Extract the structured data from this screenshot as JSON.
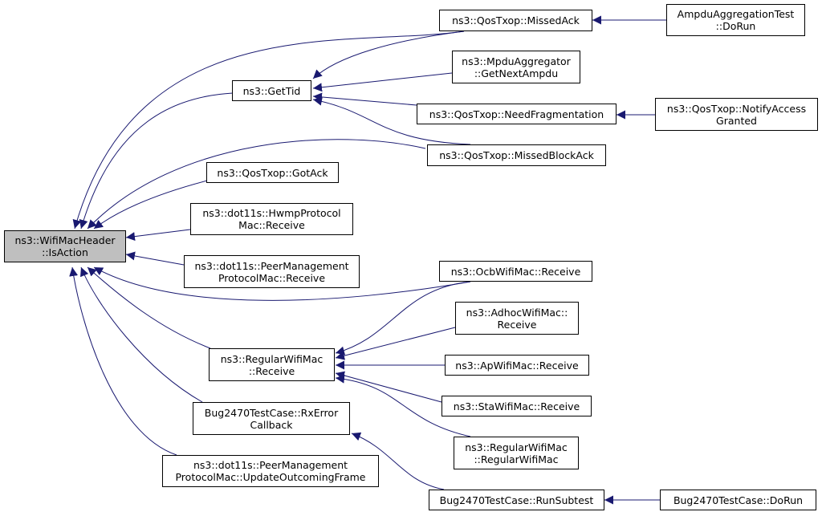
{
  "colors": {
    "edge": "#191970",
    "border": "#000000",
    "root_fill": "#bfbfbf",
    "node_fill": "#ffffff"
  },
  "nodes": {
    "root": {
      "line1": "ns3::WifiMacHeader",
      "line2": "::IsAction"
    },
    "gettid": {
      "line1": "ns3::GetTid"
    },
    "gotack": {
      "line1": "ns3::QosTxop::GotAck"
    },
    "hwmp": {
      "line1": "ns3::dot11s::HwmpProtocol",
      "line2": "Mac::Receive"
    },
    "peermgmt_recv": {
      "line1": "ns3::dot11s::PeerManagement",
      "line2": "ProtocolMac::Receive"
    },
    "regular_recv": {
      "line1": "ns3::RegularWifiMac",
      "line2": "::Receive"
    },
    "bug_rxerror": {
      "line1": "Bug2470TestCase::RxError",
      "line2": "Callback"
    },
    "peermgmt_update": {
      "line1": "ns3::dot11s::PeerManagement",
      "line2": "ProtocolMac::UpdateOutcomingFrame"
    },
    "missedack": {
      "line1": "ns3::QosTxop::MissedAck"
    },
    "mpdu_agg": {
      "line1": "ns3::MpduAggregator",
      "line2": "::GetNextAmpdu"
    },
    "needfrag": {
      "line1": "ns3::QosTxop::NeedFragmentation"
    },
    "missedblockack": {
      "line1": "ns3::QosTxop::MissedBlockAck"
    },
    "ocb_recv": {
      "line1": "ns3::OcbWifiMac::Receive"
    },
    "adhoc_recv": {
      "line1": "ns3::AdhocWifiMac::",
      "line2": "Receive"
    },
    "ap_recv": {
      "line1": "ns3::ApWifiMac::Receive"
    },
    "sta_recv": {
      "line1": "ns3::StaWifiMac::Receive"
    },
    "regular_ctor": {
      "line1": "ns3::RegularWifiMac",
      "line2": "::RegularWifiMac"
    },
    "bug_runsubtest": {
      "line1": "Bug2470TestCase::RunSubtest"
    },
    "ampdu_test": {
      "line1": "AmpduAggregationTest",
      "line2": "::DoRun"
    },
    "notify_access": {
      "line1": "ns3::QosTxop::NotifyAccess",
      "line2": "Granted"
    },
    "bug_dorun": {
      "line1": "Bug2470TestCase::DoRun"
    }
  }
}
